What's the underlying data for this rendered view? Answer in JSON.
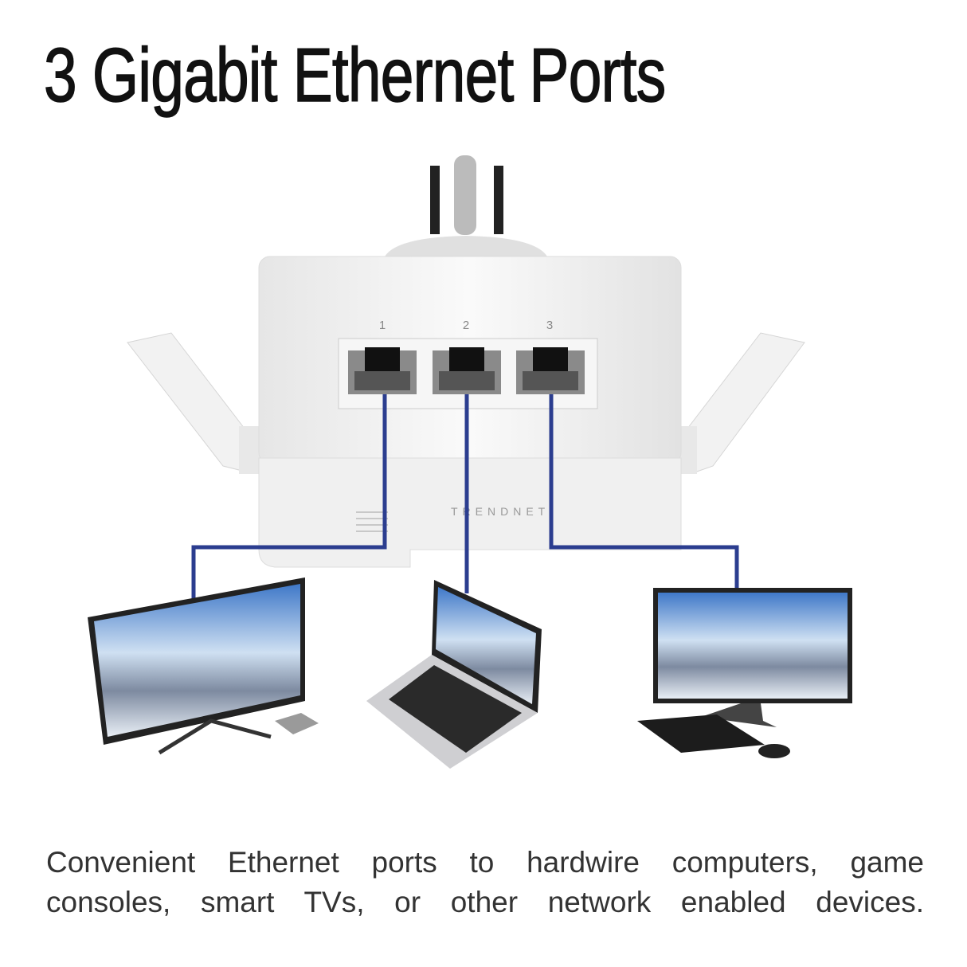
{
  "title": "3 Gigabit Ethernet Ports",
  "device": {
    "brand": "TRENDnet",
    "port_labels": [
      "1",
      "2",
      "3"
    ],
    "cable_color": "#2b3d8f"
  },
  "connected_devices": [
    "smart-tv",
    "laptop",
    "desktop-monitor"
  ],
  "caption": {
    "line1": "Convenient Ethernet ports to hardwire computers, game",
    "line2": "consoles, smart TVs, or other network enabled devices."
  }
}
